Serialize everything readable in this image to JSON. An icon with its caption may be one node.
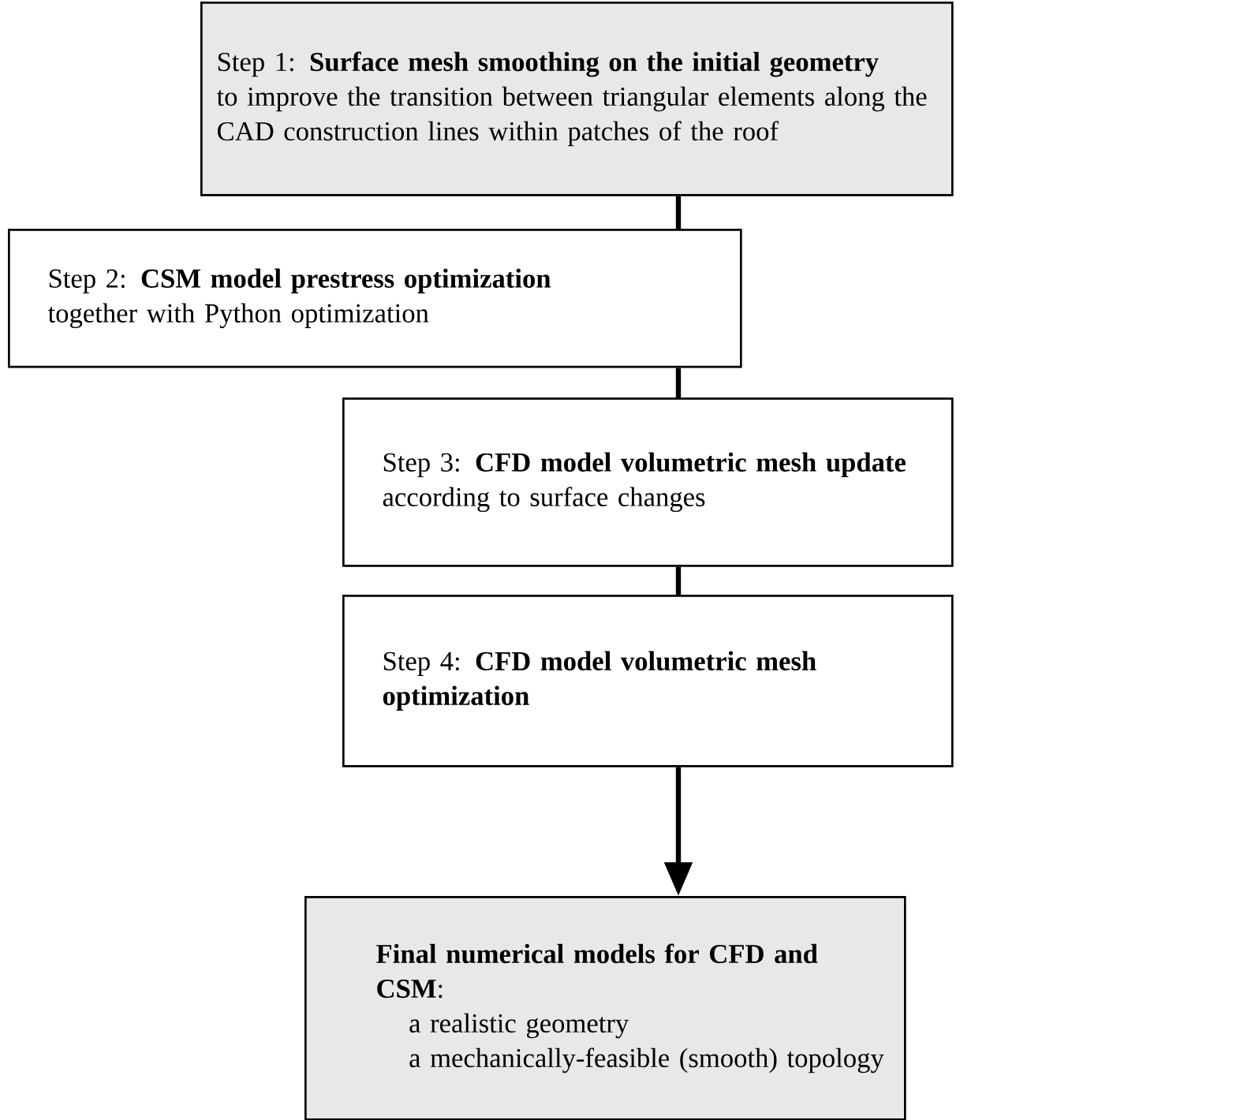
{
  "diagram": {
    "nodes": [
      {
        "text": [
          "Step 1: **Surface mesh smoothing on the initial geometry**",
          "to improve the transition between triangular elements along the CAD construction lines within patches of the roof"
        ]
      },
      {
        "text": [
          "Step 2: **CSM model prestress optimization**",
          "together with Python optimization"
        ]
      },
      {
        "text": [
          "Step 3: **CFD model volumetric mesh update**",
          "according to surface changes"
        ]
      },
      {
        "text": [
          "Step 4: **CFD model volumetric mesh optimization**"
        ]
      },
      {
        "text": [
          "**Final numerical models for CFD and CSM**:",
          "a realistic geometry",
          "a mechanically-feasible (smooth) topology"
        ]
      }
    ],
    "edges": [
      {
        "from": 0,
        "to": 1,
        "arrow": "none"
      },
      {
        "from": 1,
        "to": 2,
        "arrow": "none"
      },
      {
        "from": 2,
        "to": 3,
        "arrow": "none"
      },
      {
        "from": 3,
        "to": 4,
        "arrow": "to"
      }
    ]
  }
}
